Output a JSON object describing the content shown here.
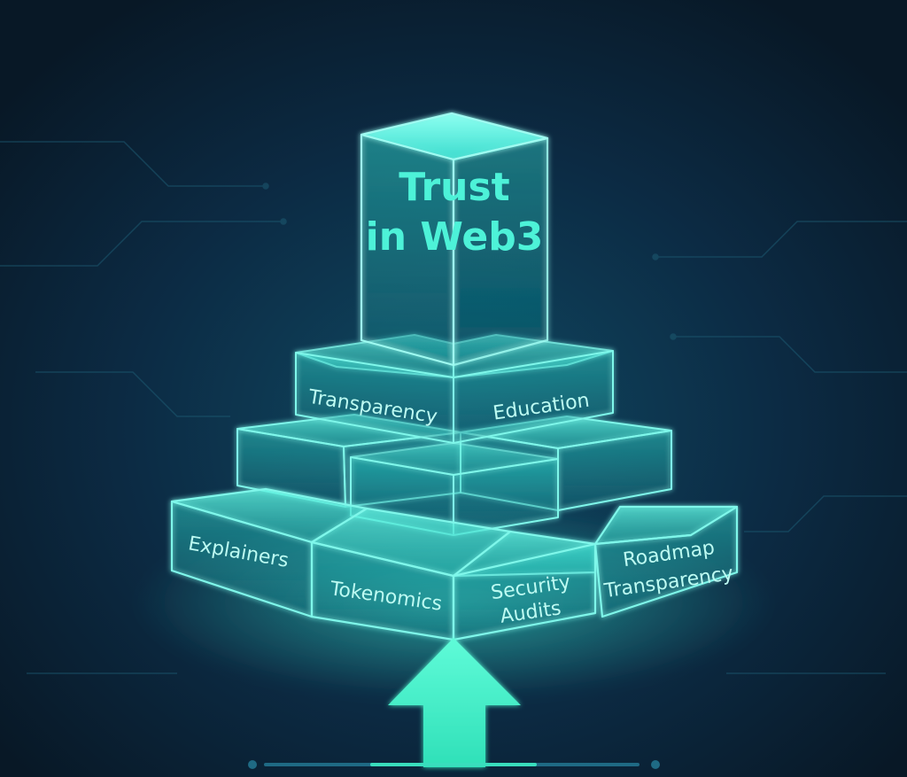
{
  "diagram": {
    "title_lines": [
      "Trust",
      "in Web3"
    ],
    "tier2": [
      "Transparency",
      "Education"
    ],
    "tier0": {
      "explainers": [
        "Explainers"
      ],
      "tokenomics": [
        "Tokenomics"
      ],
      "security_audits": [
        "Security",
        "Audits"
      ],
      "roadmap_transparency": [
        "Roadmap",
        "Transparency"
      ]
    }
  },
  "colors": {
    "background": "#0b1f33",
    "glow": "#33e6d0",
    "arrow": "#3ef2c8",
    "label": "#bdfbf2",
    "title": "#4df2d8"
  },
  "icons": {
    "arrow": "up-arrow-icon"
  }
}
